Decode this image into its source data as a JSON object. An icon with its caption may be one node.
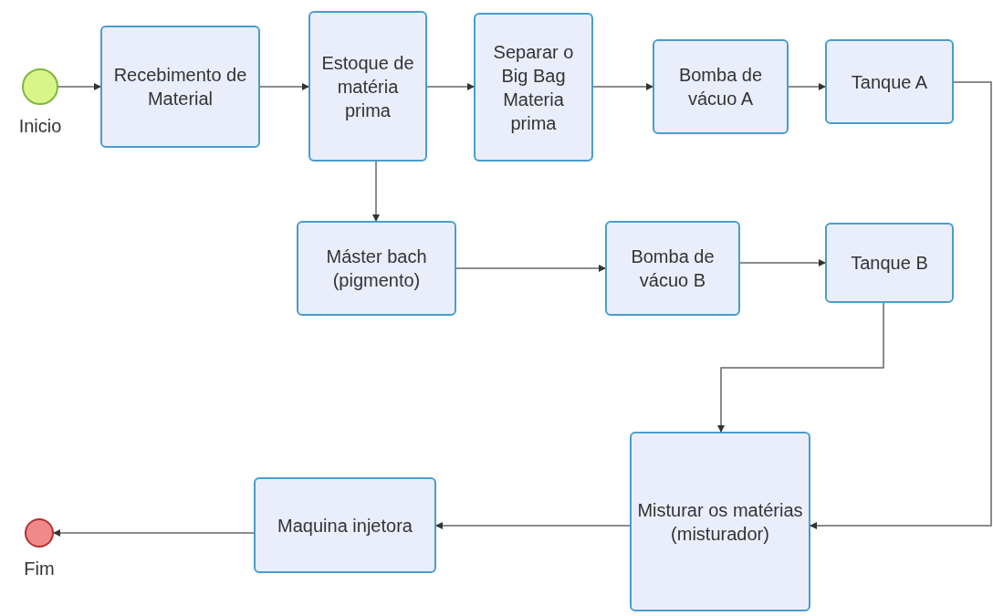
{
  "diagram": {
    "nodes": [
      {
        "text": [],
        "shape": "circle",
        "beside": [
          "Inicio"
        ]
      },
      {
        "text": [
          "Recebimento de Material"
        ]
      },
      {
        "text": [
          "Estoque de matéria prima"
        ]
      },
      {
        "text": [
          "Separar o Big Bag Materia prima"
        ]
      },
      {
        "text": [
          "Bomba de vácuo A"
        ]
      },
      {
        "text": [
          "Tanque A"
        ]
      },
      {
        "text": [
          "Máster bach (pigmento)"
        ]
      },
      {
        "text": [
          "Bomba de vácuo B"
        ]
      },
      {
        "text": [
          "Tanque B"
        ]
      },
      {
        "text": [
          "Misturar os matérias (misturador)"
        ]
      },
      {
        "text": [
          "Maquina injetora"
        ]
      },
      {
        "text": [],
        "shape": "circle",
        "beside": [
          "Fim"
        ]
      }
    ],
    "edges": [
      {
        "from": 0,
        "to": 1,
        "arrow": "to"
      },
      {
        "from": 1,
        "to": 2,
        "arrow": "to"
      },
      {
        "from": 2,
        "to": 3,
        "arrow": "to"
      },
      {
        "from": 3,
        "to": 4,
        "arrow": "to"
      },
      {
        "from": 4,
        "to": 5,
        "arrow": "to"
      },
      {
        "from": 2,
        "to": 6,
        "arrow": "to"
      },
      {
        "from": 6,
        "to": 7,
        "arrow": "to"
      },
      {
        "from": 7,
        "to": 8,
        "arrow": "to"
      },
      {
        "from": 8,
        "to": 9,
        "arrow": "to"
      },
      {
        "from": 5,
        "to": 9,
        "arrow": "to"
      },
      {
        "from": 9,
        "to": 10,
        "arrow": "to"
      },
      {
        "from": 10,
        "to": 11,
        "arrow": "to"
      }
    ]
  }
}
